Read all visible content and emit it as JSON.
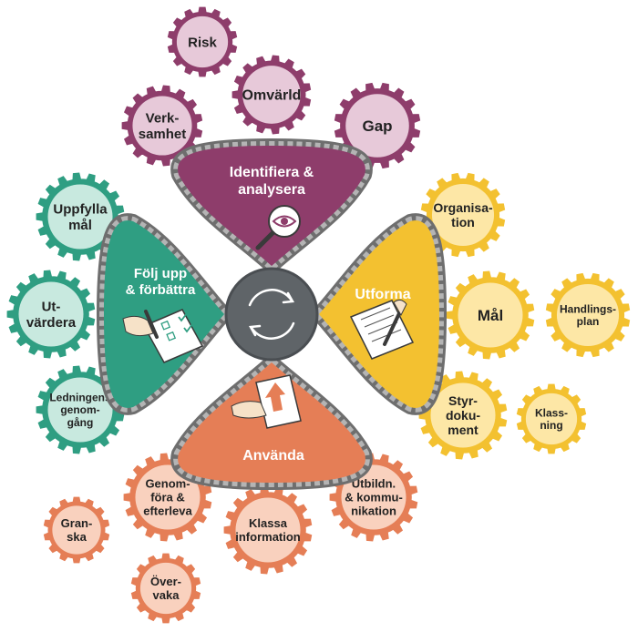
{
  "colors": {
    "purple": "#8e3d6b",
    "purple_light": "#e7c9d9",
    "green": "#2f9e82",
    "green_light": "#c8e9df",
    "yellow": "#f3c130",
    "yellow_light": "#fde7a6",
    "orange": "#e57e56",
    "orange_light": "#f9d1be",
    "chain": "#7a7a7a",
    "hub": "#5f6468"
  },
  "center": {
    "icon": "refresh-cycle-icon"
  },
  "phases": [
    {
      "id": "identifiera",
      "lines": [
        "Identifiera &",
        "analysera"
      ],
      "icon": "magnifier-eye-icon",
      "color": "purple"
    },
    {
      "id": "utforma",
      "lines": [
        "Utforma"
      ],
      "icon": "document-pen-icon",
      "color": "yellow"
    },
    {
      "id": "anvanda",
      "lines": [
        "Använda"
      ],
      "icon": "hand-document-arrow-icon",
      "color": "orange"
    },
    {
      "id": "folj-upp",
      "lines": [
        "Följ upp",
        "& förbättra"
      ],
      "icon": "hand-checklist-icon",
      "color": "green"
    }
  ],
  "gears": [
    {
      "id": "risk",
      "lines": [
        "Risk"
      ],
      "group": "purple"
    },
    {
      "id": "omvarld",
      "lines": [
        "Omvärld"
      ],
      "group": "purple"
    },
    {
      "id": "verksamhet",
      "lines": [
        "Verk-",
        "samhet"
      ],
      "group": "purple"
    },
    {
      "id": "gap",
      "lines": [
        "Gap"
      ],
      "group": "purple"
    },
    {
      "id": "uppfylla-mal",
      "lines": [
        "Uppfylla",
        "mål"
      ],
      "group": "green"
    },
    {
      "id": "utvardera",
      "lines": [
        "Ut-",
        "värdera"
      ],
      "group": "green"
    },
    {
      "id": "ledningens-genomgang",
      "lines": [
        "Ledningens",
        "genom-",
        "gång"
      ],
      "group": "green"
    },
    {
      "id": "organisation",
      "lines": [
        "Organisa-",
        "tion"
      ],
      "group": "yellow"
    },
    {
      "id": "mal",
      "lines": [
        "Mål"
      ],
      "group": "yellow"
    },
    {
      "id": "handlingsplan",
      "lines": [
        "Handlings-",
        "plan"
      ],
      "group": "yellow"
    },
    {
      "id": "styrdokument",
      "lines": [
        "Styr-",
        "doku-",
        "ment"
      ],
      "group": "yellow"
    },
    {
      "id": "klassning",
      "lines": [
        "Klass-",
        "ning"
      ],
      "group": "yellow"
    },
    {
      "id": "genomfora",
      "lines": [
        "Genom-",
        "föra &",
        "efterleva"
      ],
      "group": "orange"
    },
    {
      "id": "klassa-information",
      "lines": [
        "Klassa",
        "information"
      ],
      "group": "orange"
    },
    {
      "id": "utbildn",
      "lines": [
        "Utbildn.",
        "& kommu-",
        "nikation"
      ],
      "group": "orange"
    },
    {
      "id": "granska",
      "lines": [
        "Gran-",
        "ska"
      ],
      "group": "orange"
    },
    {
      "id": "overvaka",
      "lines": [
        "Över-",
        "vaka"
      ],
      "group": "orange"
    }
  ]
}
